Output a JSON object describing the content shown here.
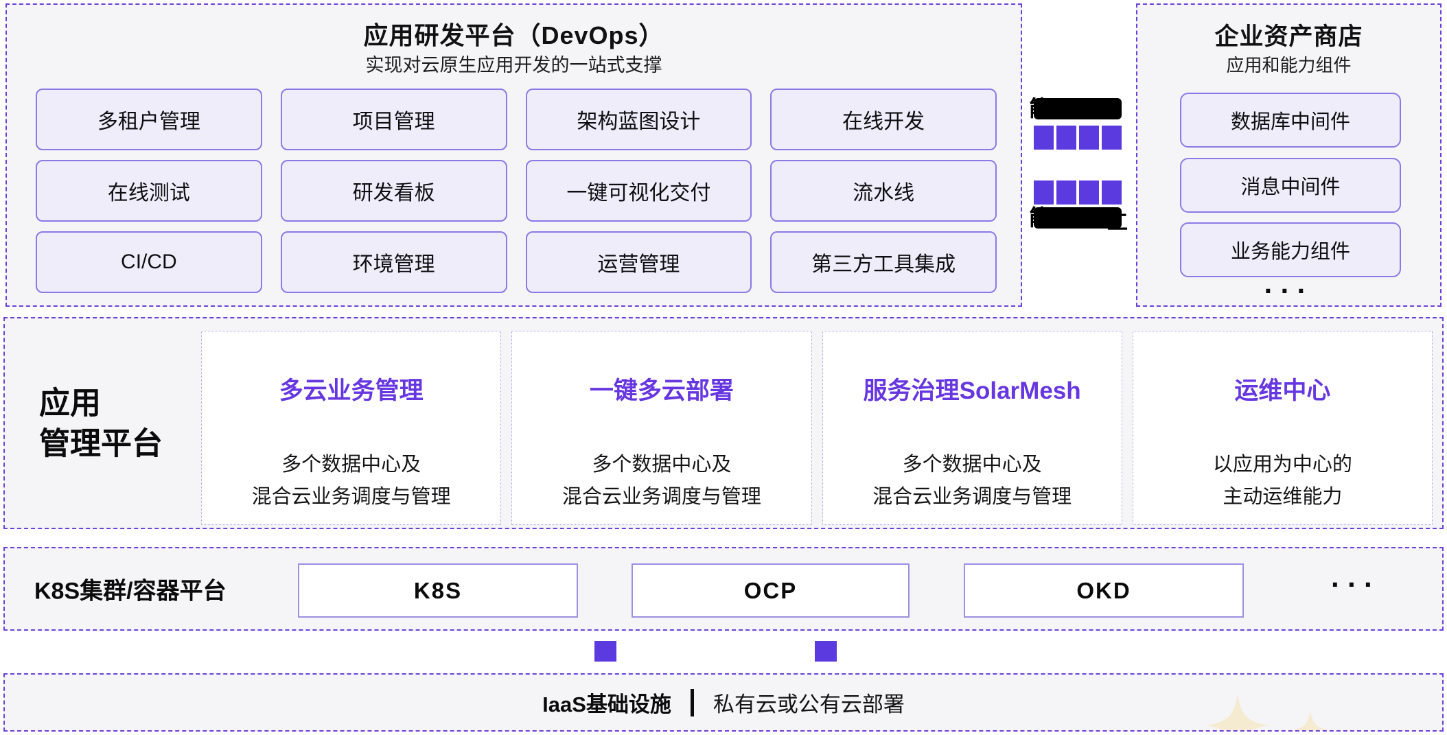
{
  "colors": {
    "accent_purple": "#6b40d8",
    "violet": "#5b3ae0",
    "band_bg": "#f5f5f8",
    "button_bg": "#f0edfb",
    "button_border": "#8a79e6",
    "box_border": "#9d8fe2",
    "card_border": "#a9a1e4",
    "card_title": "#6636e0",
    "sparkle": "#f5ebd1"
  },
  "devops_panel": {
    "title": "应用研发平台（DevOps）",
    "subtitle": "实现对云原生应用开发的一站式支撑",
    "items": [
      "多租户管理",
      "项目管理",
      "架构蓝图设计",
      "在线开发",
      "在线测试",
      "研发看板",
      "一键可视化交付",
      "流水线",
      "CI/CD",
      "环境管理",
      "运营管理",
      "第三方工具集成"
    ]
  },
  "capability_bridge": {
    "top_bar_visible_text": "能",
    "bottom_bar_visible_text": "能",
    "bottom_bar_right_fragment": "工",
    "squares_per_row": 4
  },
  "asset_store": {
    "title": "企业资产商店",
    "subtitle": "应用和能力组件",
    "items": [
      "数据库中间件",
      "消息中间件",
      "业务能力组件"
    ],
    "ellipsis": "···"
  },
  "app_mgmt": {
    "label_line1": "应用",
    "label_line2": "管理平台",
    "cards": [
      {
        "title": "多云业务管理",
        "desc_line1": "多个数据中心及",
        "desc_line2": "混合云业务调度与管理"
      },
      {
        "title": "一键多云部署",
        "desc_line1": "多个数据中心及",
        "desc_line2": "混合云业务调度与管理"
      },
      {
        "title": "服务治理SolarMesh",
        "desc_line1": "多个数据中心及",
        "desc_line2": "混合云业务调度与管理"
      },
      {
        "title": "运维中心",
        "desc_line1": "以应用为中心的",
        "desc_line2": "主动运维能力"
      }
    ]
  },
  "container_band": {
    "label": "K8S集群/容器平台",
    "items": [
      "K8S",
      "OCP",
      "OKD"
    ],
    "ellipsis": "···"
  },
  "iaas_band": {
    "title": "IaaS基础设施",
    "subtitle": "私有云或公有云部署"
  }
}
